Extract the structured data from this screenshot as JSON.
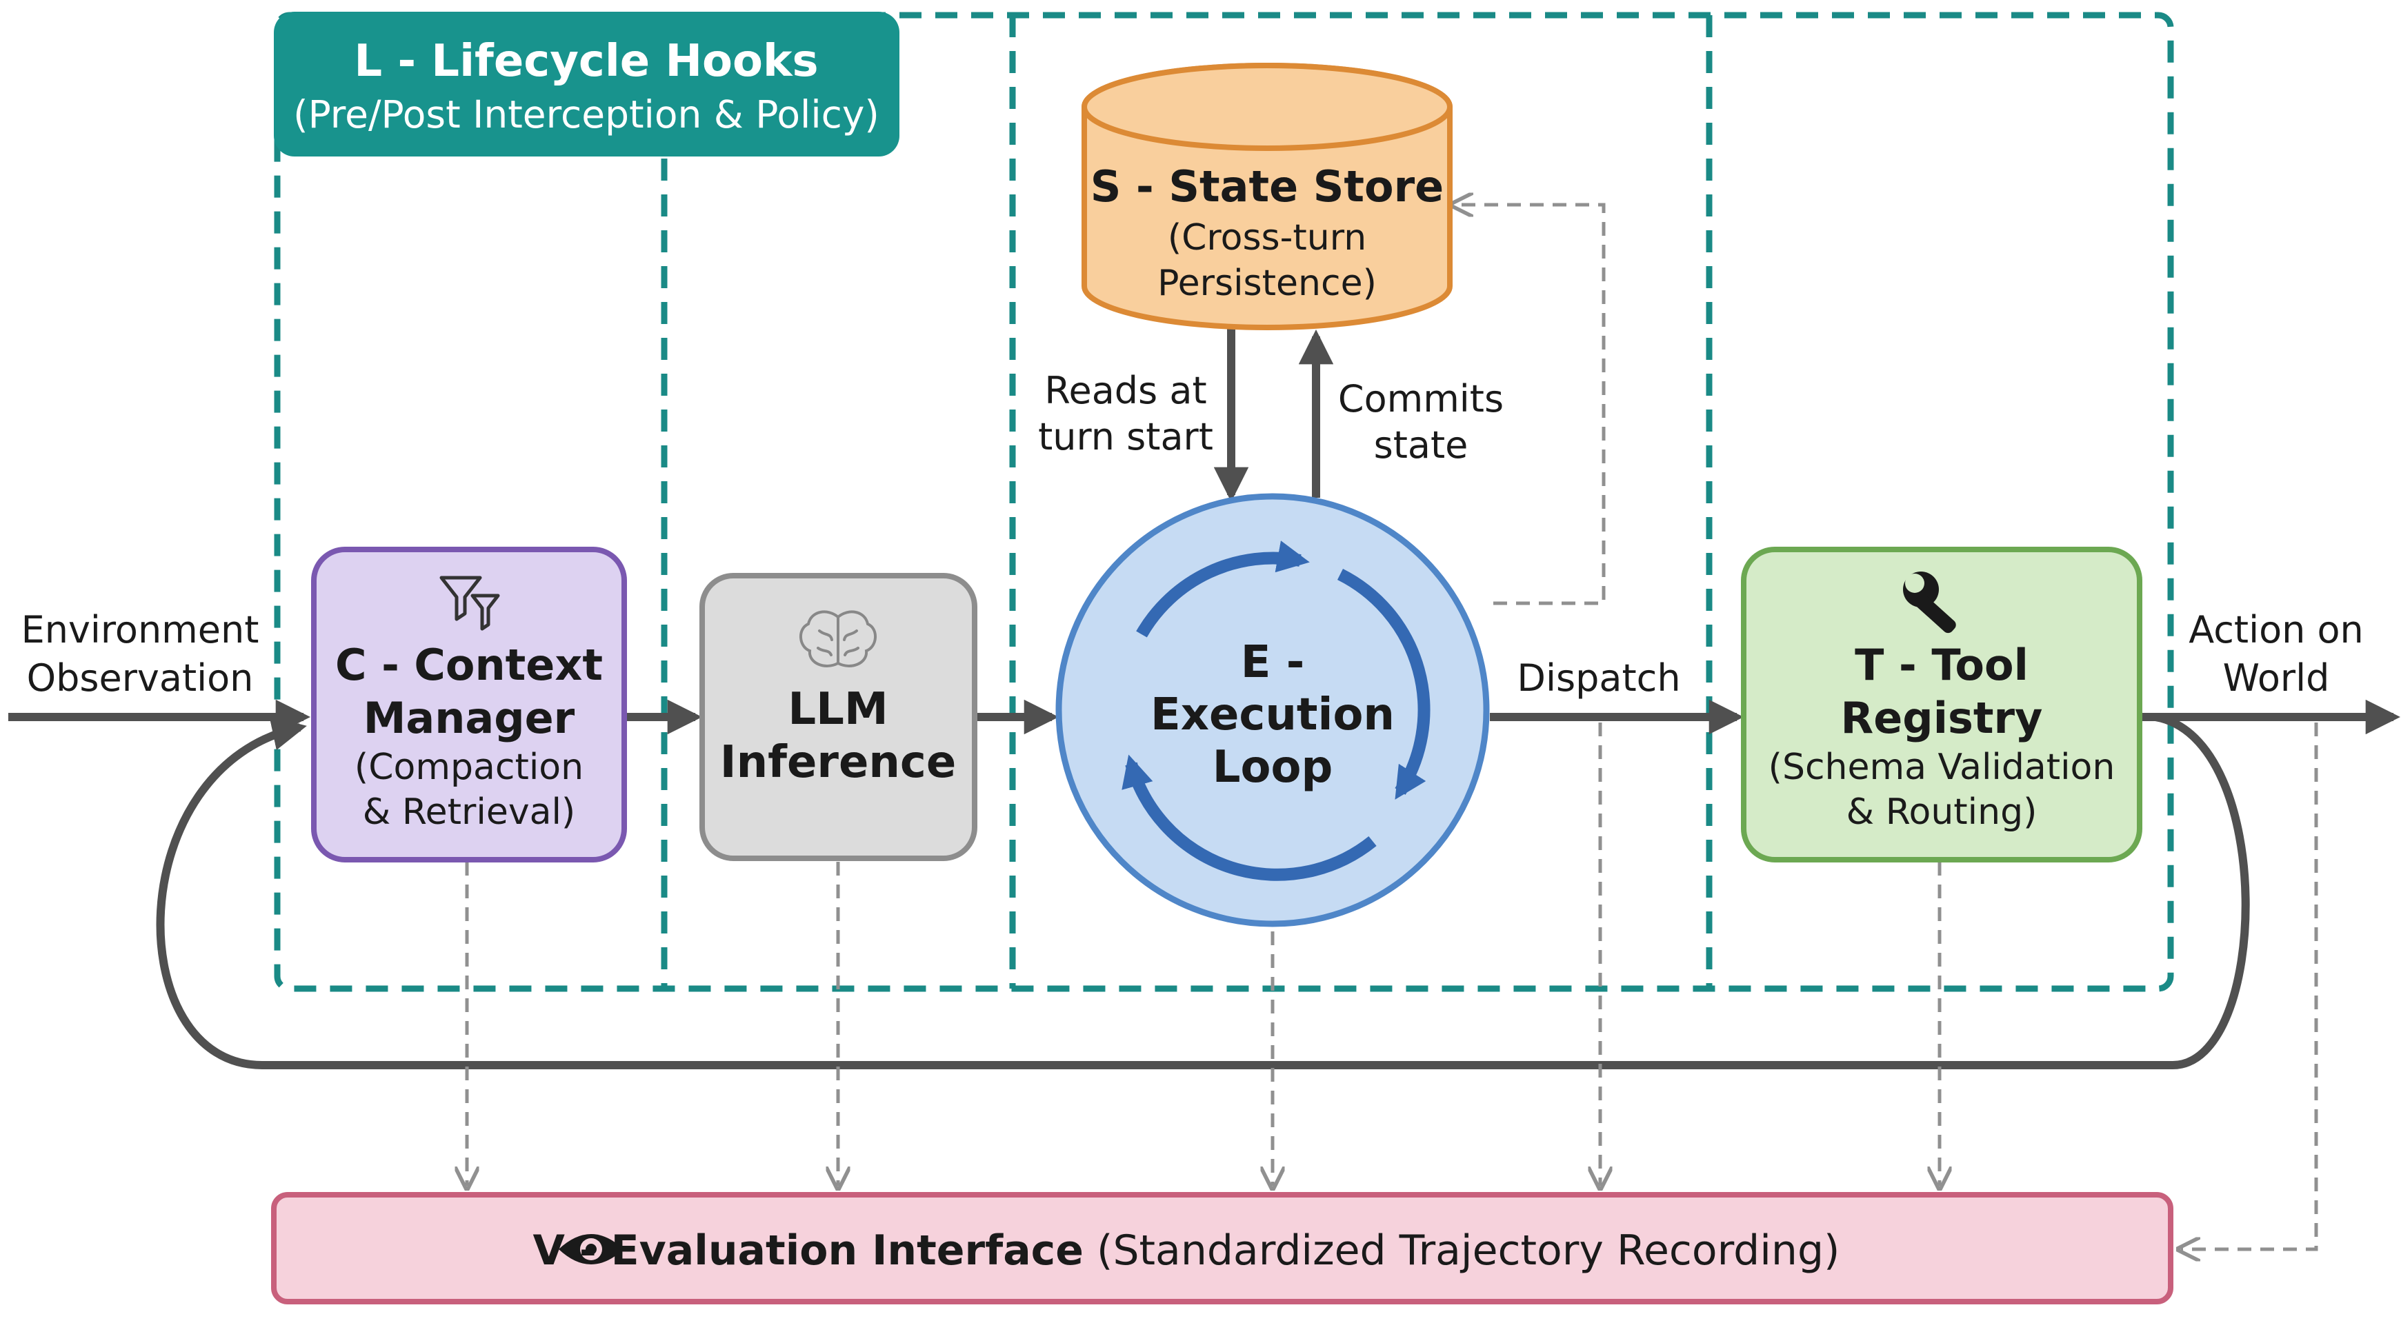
{
  "colors": {
    "teal": "#1a8a86",
    "hooks_header": "#18938d",
    "context_fill": "#ddd2f1",
    "context_stroke": "#7a58b0",
    "llm_fill": "#dcdcdc",
    "llm_stroke": "#8d8d8d",
    "exec_fill": "#c6dbf3",
    "exec_stroke": "#4f86c8",
    "exec_arrow": "#3469b3",
    "state_fill": "#f9cf9d",
    "state_stroke": "#dc8a35",
    "tool_fill": "#d5ebc8",
    "tool_stroke": "#6ca852",
    "eval_fill": "#f6d2dc",
    "eval_stroke": "#c8607c",
    "arrow": "#505050",
    "dashed": "#909090"
  },
  "lifecycle": {
    "title": "L - Lifecycle Hooks",
    "subtitle": "(Pre/Post Interception & Policy)"
  },
  "state_store": {
    "title": "S - State Store",
    "subtitle_line1": "(Cross-turn",
    "subtitle_line2": "Persistence)",
    "icon": "database-cylinder"
  },
  "context_manager": {
    "title_line1": "C - Context",
    "title_line2": "Manager",
    "subtitle_line1": "(Compaction",
    "subtitle_line2": "& Retrieval)",
    "icon": "filter-icon"
  },
  "llm": {
    "title_line1": "LLM",
    "title_line2": "Inference",
    "icon": "brain-icon"
  },
  "execution": {
    "title_line1": "E -",
    "title_line2": "Execution",
    "title_line3": "Loop",
    "icon": "cycle-arrows"
  },
  "tool_registry": {
    "title_line1": "T - Tool",
    "title_line2": "Registry",
    "subtitle_line1": "(Schema Validation",
    "subtitle_line2": "& Routing)",
    "icon": "wrench-icon"
  },
  "evaluation": {
    "title": "V - Evaluation Interface",
    "subtitle": "(Standardized Trajectory Recording)",
    "icon": "eye-icon"
  },
  "labels": {
    "env_line1": "Environment",
    "env_line2": "Observation",
    "action_line1": "Action on",
    "action_line2": "World",
    "reads_line1": "Reads at",
    "reads_line2": "turn start",
    "commits_line1": "Commits",
    "commits_line2": "state",
    "dispatch": "Dispatch"
  }
}
